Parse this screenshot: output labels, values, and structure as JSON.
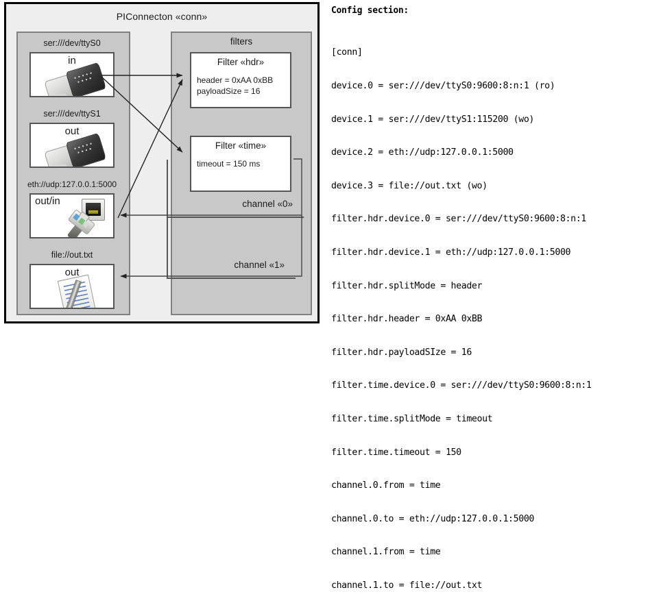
{
  "diagram": {
    "title": "PIConnecton «conn»",
    "devices_panel": {
      "name": "devices",
      "items": [
        {
          "label": "ser:///dev/ttyS0",
          "io": "in",
          "icon": "serial-port-icon",
          "io_align": "center"
        },
        {
          "label": "ser:///dev/ttyS1",
          "io": "out",
          "icon": "serial-port-icon",
          "io_align": "center"
        },
        {
          "label": "eth://udp:127.0.0.1:5000",
          "io": "out/in",
          "icon": "ethernet-icon",
          "io_align": "left"
        },
        {
          "label": "file://out.txt",
          "io": "out",
          "icon": "text-file-icon",
          "io_align": "center"
        }
      ]
    },
    "filters_panel": {
      "title": "filters",
      "filters": [
        {
          "title": "Filter «hdr»",
          "props": [
            "header = 0xAA 0xBB",
            "payloadSize = 16"
          ]
        },
        {
          "title": "Filter «time»",
          "props": [
            "timeout = 150 ms"
          ]
        }
      ],
      "channels": [
        {
          "label": "channel «0»"
        },
        {
          "label": "channel «1»"
        }
      ]
    },
    "colors": {
      "frame_border": "#000000",
      "page_background": "#eeeeee",
      "panel_fill": "#c8c8c8",
      "panel_border": "#808080",
      "card_fill": "#ffffff",
      "card_border": "#555555",
      "link_stroke": "#333333"
    }
  },
  "config": {
    "heading": "Config section:",
    "lines": [
      "[conn]",
      "device.0 = ser:///dev/ttyS0:9600:8:n:1 (ro)",
      "device.1 = ser:///dev/ttyS1:115200 (wo)",
      "device.2 = eth://udp:127.0.0.1:5000",
      "device.3 = file://out.txt (wo)",
      "filter.hdr.device.0 = ser:///dev/ttyS0:9600:8:n:1",
      "filter.hdr.device.1 = eth://udp:127.0.0.1:5000",
      "filter.hdr.splitMode = header",
      "filter.hdr.header = 0xAA 0xBB",
      "filter.hdr.payloadSIze = 16",
      "filter.time.device.0 = ser:///dev/ttyS0:9600:8:n:1",
      "filter.time.splitMode = timeout",
      "filter.time.timeout = 150",
      "channel.0.from = time",
      "channel.0.to = eth://udp:127.0.0.1:5000",
      "channel.1.from = time",
      "channel.1.to = file://out.txt"
    ]
  }
}
